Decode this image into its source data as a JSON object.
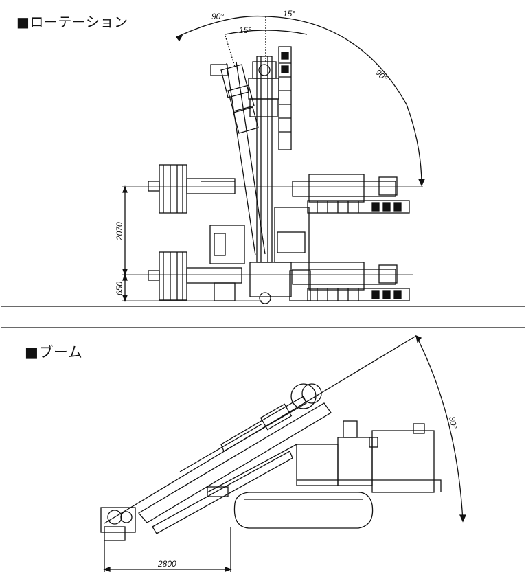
{
  "rotation_panel": {
    "title": "■ローテーション",
    "angles": {
      "left_rotation": "90°",
      "right_rotation": "90°",
      "tilt_left": "15°",
      "tilt_right": "15°"
    },
    "dimensions": {
      "vertical_span": "2070",
      "base_height": "650"
    }
  },
  "boom_panel": {
    "title": "■ブーム",
    "angles": {
      "boom_raise": "30°"
    },
    "dimensions": {
      "reach": "2800"
    }
  }
}
